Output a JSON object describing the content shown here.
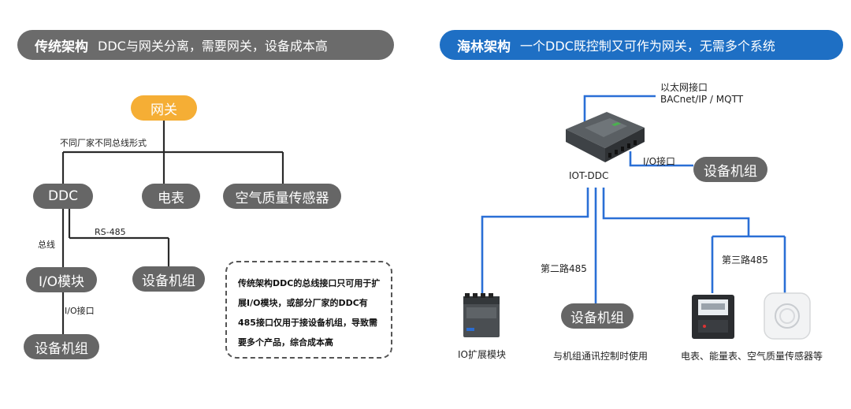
{
  "left": {
    "banner_title": "传统架构",
    "banner_text": "DDC与网关分离，需要网关，设备成本高",
    "gateway": "网关",
    "bus_note": "不同厂家不同总线形式",
    "ddc": "DDC",
    "meter": "电表",
    "air_sensor": "空气质量传感器",
    "rs485": "RS-485",
    "bus": "总线",
    "io_module": "I/O模块",
    "unit_top": "设备机组",
    "io_port": "I/O接口",
    "unit_bottom": "设备机组",
    "note": "传统架构DDC的总线接口只可用于扩展I/O模块，或部分厂家的DDC有485接口仅用于接设备机组，导致需要多个产品，综合成本高"
  },
  "right": {
    "banner_title": "海林架构",
    "banner_text": "一个DDC既控制又可作为网关，无需多个系统",
    "ethernet_line1": "以太网接口",
    "ethernet_line2": "BACnet/IP / MQTT",
    "io_port": "I/O接口",
    "unit_right": "设备机组",
    "device_label": "IOT-DDC",
    "second_485": "第二路485",
    "third_485": "第三路485",
    "unit_middle": "设备机组",
    "io_expansion": "IO扩展模块",
    "unit_caption": "与机组通讯控制时使用",
    "meters_caption": "电表、能量表、空气质量传感器等"
  },
  "colors": {
    "gray_pill": "#666666",
    "orange_pill": "#f5ae35",
    "blue_banner": "#1e6fc4",
    "blue_line": "#2a6fd6"
  }
}
